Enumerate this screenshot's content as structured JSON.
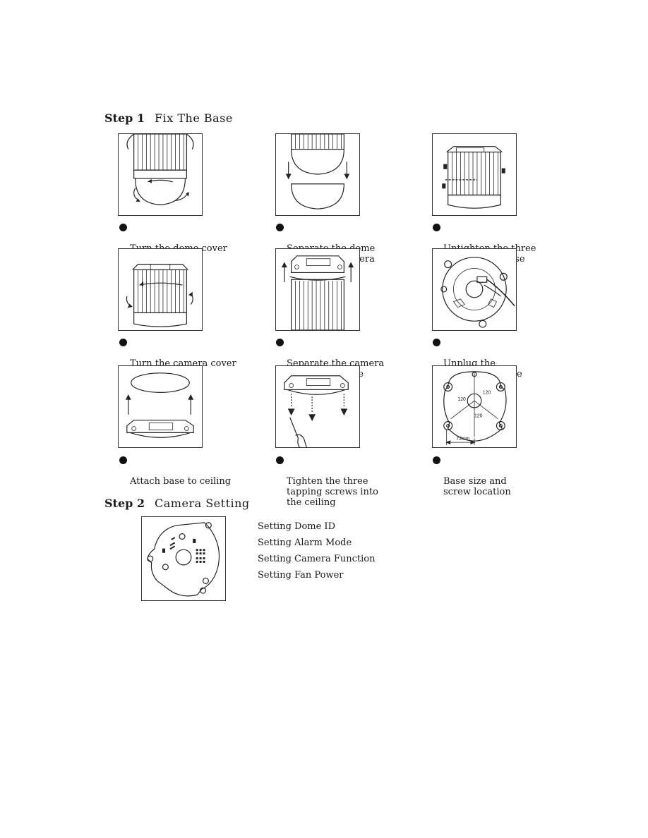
{
  "step1": {
    "number": "Step 1",
    "title": "Fix The Base"
  },
  "panels": [
    {
      "caption": "Turn the dome cover\nanti-clockwise"
    },
    {
      "caption": "Separate the dome\ncover from camera"
    },
    {
      "caption": "Untighten the three\nscrews from base"
    },
    {
      "caption": "Turn the camera cover\nanti-clockwise"
    },
    {
      "caption": "Separate the camera\nbody to the base"
    },
    {
      "caption": "Unplug the\nconnection cable"
    },
    {
      "caption": "Attach base to ceiling"
    },
    {
      "caption": "Tighten the three\ntapping screws into\nthe ceiling"
    },
    {
      "caption": "Base size and\nscrew location",
      "labels": {
        "angle_left": "120",
        "angle_right": "120",
        "angle_bottom": "120",
        "dimension": "72mm"
      }
    }
  ],
  "step2": {
    "number": "Step 2",
    "title": "Camera Setting",
    "items": [
      "Setting Dome ID",
      "Setting Alarm Mode",
      "Setting Camera Function",
      "Setting Fan Power"
    ]
  }
}
